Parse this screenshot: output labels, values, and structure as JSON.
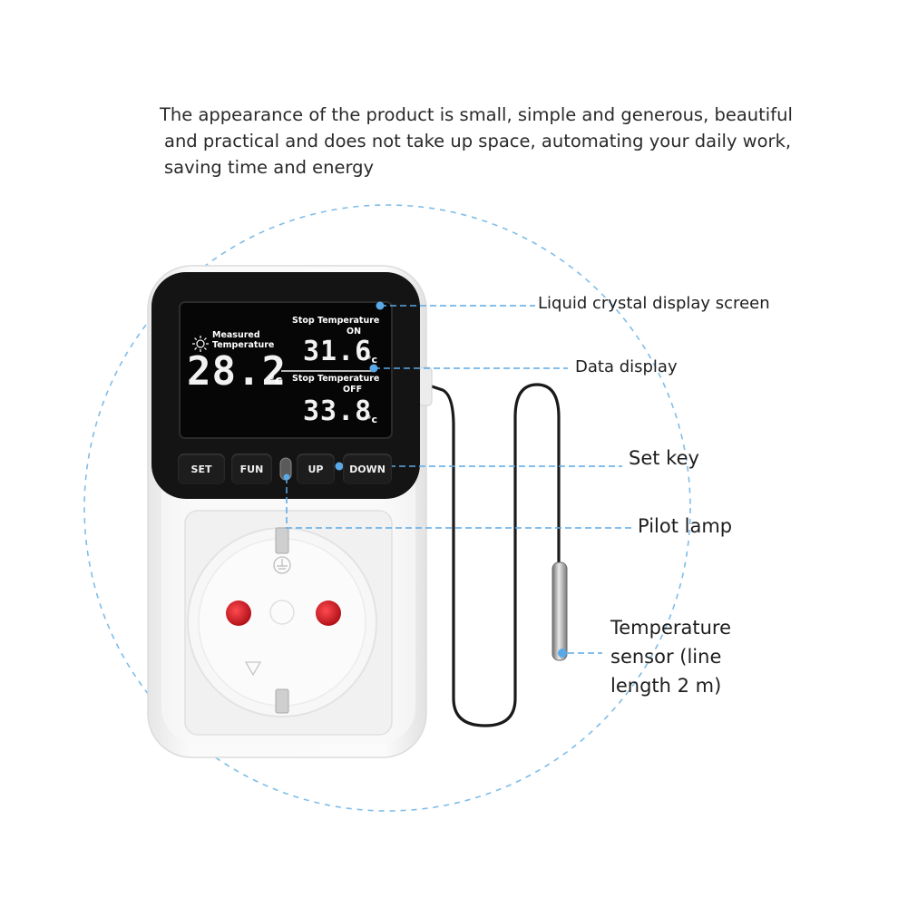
{
  "intro": {
    "line1": "The appearance of the product is small, simple and generous, beautiful",
    "line2": "and practical and does not take up space, automating your daily work,",
    "line3": "saving time and energy"
  },
  "lcd": {
    "measured_label_1": "Measured",
    "measured_label_2": "Temperature",
    "measured_value": "28.2",
    "unit": "°c",
    "stop_on_label": "Stop Temperature",
    "on_label": "ON",
    "stop_on_value": "31.6",
    "stop_off_label": "Stop Temperature",
    "off_label": "OFF",
    "stop_off_value": "33.8"
  },
  "buttons": {
    "set": "SET",
    "fun": "FUN",
    "up": "UP",
    "down": "DOWN"
  },
  "callouts": {
    "lcd_screen": "Liquid crystal display screen",
    "data_display": "Data display",
    "set_key": "Set key",
    "pilot_lamp": "Pilot lamp",
    "sensor_1": "Temperature",
    "sensor_2": "sensor (line",
    "sensor_3": "length 2 m)"
  },
  "colors": {
    "accent_line": "#5aa9e6",
    "lcd_bg": "#0f0f0f",
    "socket_pin_red": "#d21c24",
    "device_body": "#f4f4f4"
  }
}
